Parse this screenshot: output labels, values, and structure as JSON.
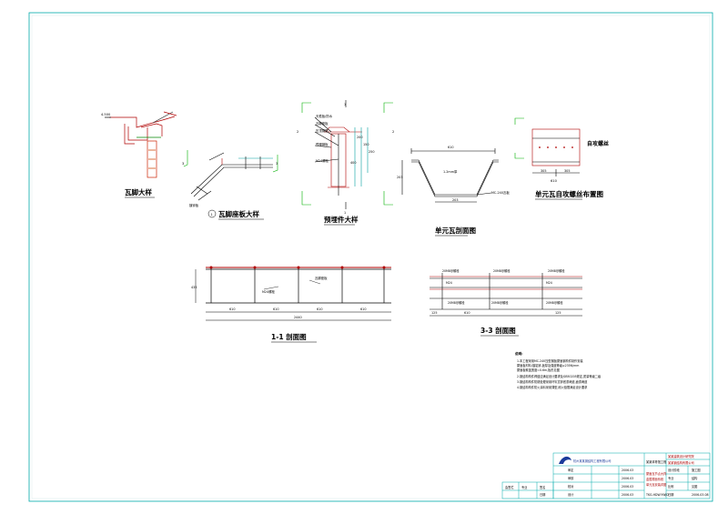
{
  "drawings": {
    "tile_foot": {
      "title": "瓦脚大样"
    },
    "tile_foot_seat": {
      "marker": "1",
      "title": "瓦脚座板大样",
      "section_left": "3",
      "section_right": "3",
      "label": "镀锌板"
    },
    "embedded_part": {
      "title": "预埋件大样",
      "marks_top": [
        "1",
        "1"
      ],
      "marks_side": [
        "2",
        "2"
      ],
      "labels": [
        "天檐板/防水",
        "瓦脚座板",
        "压顶钢筋",
        "M24螺栓",
        "预埋钢板"
      ],
      "dims": [
        "200",
        "150",
        "400",
        "250"
      ]
    },
    "single_tile_section": {
      "title": "单元瓦剖面图",
      "thickness": "1.2mm厚",
      "top_width": "610",
      "bottom_width": "203",
      "height": "203",
      "label": "MC-240瓦板"
    },
    "self_tapping_plan": {
      "title": "单元瓦自攻螺丝布置图",
      "label": "自攻螺丝",
      "dims": [
        "305",
        "305"
      ],
      "width": "610"
    },
    "section_1_1": {
      "title": "1-1  剖面图",
      "height_dim": "435",
      "spans": [
        "610",
        "610",
        "610",
        "610"
      ],
      "total": "2440",
      "labels": [
        "M24螺栓",
        "瓦脚座板"
      ]
    },
    "section_3_3": {
      "title": "3-3  剖面图",
      "labels": [
        "20M8@螺栓",
        "M24"
      ],
      "dims": [
        "125",
        "610",
        "125"
      ]
    }
  },
  "notes": {
    "heading": "说明:",
    "items": [
      "1.本工程采用MC-240压型钢板屋面钢构件制作安装",
      "   屋面板材料:镀铝锌,板厚及强度等级≥235N/mm",
      "   屋面板覆盖宽度=0.6m,板形见图",
      "2.钢结构构件焊缝应满足设计要求及GB50205规定,质量等级二级",
      "3.钢结构构件防锈处理采用环氧富锌底漆两道,面漆两道",
      "4.钢结构构件防火涂料采用薄型,耐火极限满足设计要求"
    ]
  },
  "title_block": {
    "company": "杭州某某钢结构工程有限公司",
    "project": "某某体育馆工程",
    "drawing_title": [
      "屋面瓦节点大样",
      "金属屋面系统",
      "单元瓦安装详图"
    ],
    "right_header": [
      "某某建筑设计研究院",
      "某某钢结构有限公司"
    ],
    "rows": [
      {
        "role": "审定",
        "date": "2006.03"
      },
      {
        "role": "审核",
        "date": "2006.03"
      },
      {
        "role": "校对",
        "date": "2006.03"
      },
      {
        "role": "设计",
        "date": "2006.03"
      }
    ],
    "right_rows": [
      {
        "label": "设计阶段",
        "value": "施工图"
      },
      {
        "label": "专业",
        "value": "结构"
      },
      {
        "label": "比例",
        "value": "见图"
      },
      {
        "label": "日期",
        "value": "2006-03-08"
      }
    ],
    "drawing_no": "TKG-HDW-YWJD",
    "bottom_labels": [
      "会签栏",
      "专业",
      "签名",
      "日期"
    ]
  }
}
